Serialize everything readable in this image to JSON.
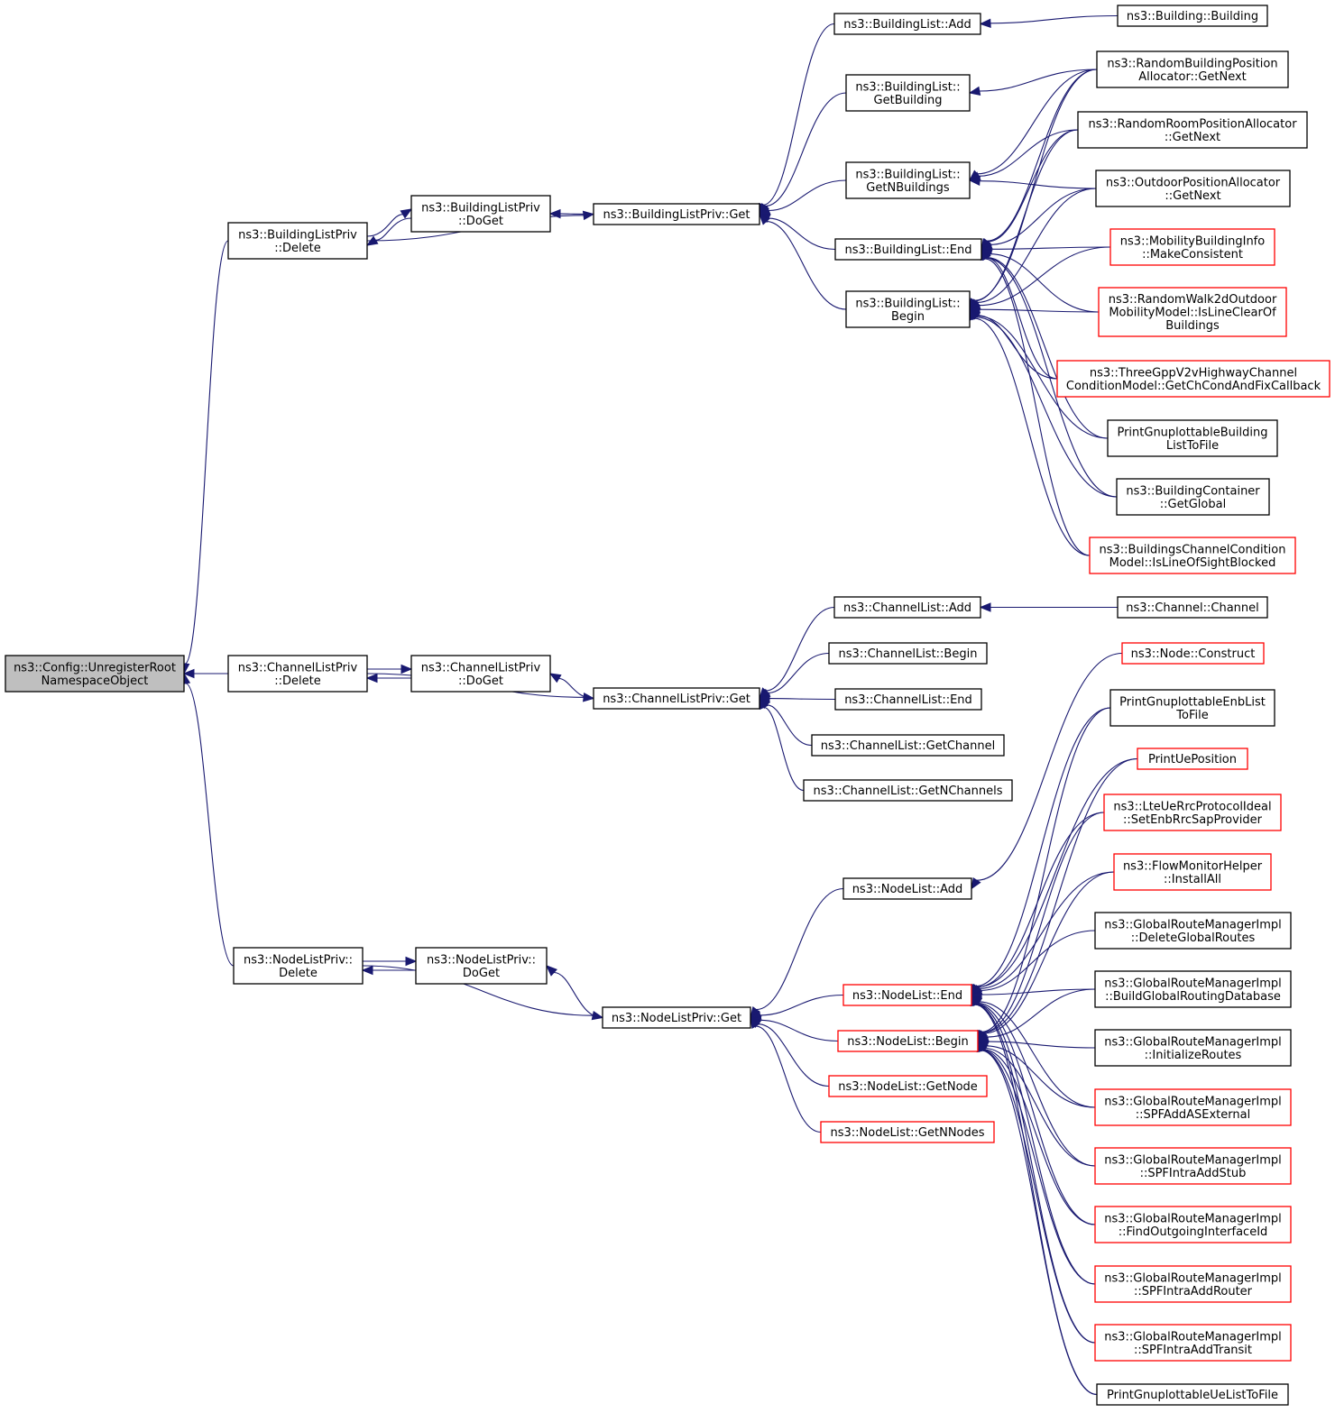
{
  "colors": {
    "edge": "#191970",
    "box": "#000000",
    "truncated": "#ff0000",
    "root_fill": "#bfbfbf"
  },
  "nodes": [
    {
      "id": "root",
      "lines": [
        "ns3::Config::UnregisterRoot",
        "NamespaceObject"
      ],
      "style": "root"
    },
    {
      "id": "blp_del",
      "lines": [
        "ns3::BuildingListPriv",
        "::Delete"
      ],
      "style": "normal"
    },
    {
      "id": "blp_doget",
      "lines": [
        "ns3::BuildingListPriv",
        "::DoGet"
      ],
      "style": "normal"
    },
    {
      "id": "blp_get",
      "lines": [
        "ns3::BuildingListPriv::Get"
      ],
      "style": "normal"
    },
    {
      "id": "bl_add",
      "lines": [
        "ns3::BuildingList::Add"
      ],
      "style": "normal"
    },
    {
      "id": "bl_getb",
      "lines": [
        "ns3::BuildingList::",
        "GetBuilding"
      ],
      "style": "normal"
    },
    {
      "id": "bl_getn",
      "lines": [
        "ns3::BuildingList::",
        "GetNBuildings"
      ],
      "style": "normal"
    },
    {
      "id": "bl_end",
      "lines": [
        "ns3::BuildingList::End"
      ],
      "style": "normal"
    },
    {
      "id": "bl_begin",
      "lines": [
        "ns3::BuildingList::",
        "Begin"
      ],
      "style": "normal"
    },
    {
      "id": "building",
      "lines": [
        "ns3::Building::Building"
      ],
      "style": "normal"
    },
    {
      "id": "rbpa",
      "lines": [
        "ns3::RandomBuildingPosition",
        "Allocator::GetNext"
      ],
      "style": "normal"
    },
    {
      "id": "rrpa",
      "lines": [
        "ns3::RandomRoomPositionAllocator",
        "::GetNext"
      ],
      "style": "normal"
    },
    {
      "id": "opa",
      "lines": [
        "ns3::OutdoorPositionAllocator",
        "::GetNext"
      ],
      "style": "normal"
    },
    {
      "id": "mbi",
      "lines": [
        "ns3::MobilityBuildingInfo",
        "::MakeConsistent"
      ],
      "style": "truncated"
    },
    {
      "id": "rw2d",
      "lines": [
        "ns3::RandomWalk2dOutdoor",
        "MobilityModel::IsLineClearOf",
        "Buildings"
      ],
      "style": "truncated"
    },
    {
      "id": "tgpp",
      "lines": [
        "ns3::ThreeGppV2vHighwayChannel",
        "ConditionModel::GetChCondAndFixCallback"
      ],
      "style": "truncated"
    },
    {
      "id": "pgbl",
      "lines": [
        "PrintGnuplottableBuilding",
        "ListToFile"
      ],
      "style": "normal"
    },
    {
      "id": "bcont",
      "lines": [
        "ns3::BuildingContainer",
        "::GetGlobal"
      ],
      "style": "normal"
    },
    {
      "id": "bccm",
      "lines": [
        "ns3::BuildingsChannelCondition",
        "Model::IsLineOfSightBlocked"
      ],
      "style": "truncated"
    },
    {
      "id": "clp_del",
      "lines": [
        "ns3::ChannelListPriv",
        "::Delete"
      ],
      "style": "normal"
    },
    {
      "id": "clp_doget",
      "lines": [
        "ns3::ChannelListPriv",
        "::DoGet"
      ],
      "style": "normal"
    },
    {
      "id": "clp_get",
      "lines": [
        "ns3::ChannelListPriv::Get"
      ],
      "style": "normal"
    },
    {
      "id": "cl_add",
      "lines": [
        "ns3::ChannelList::Add"
      ],
      "style": "normal"
    },
    {
      "id": "cl_begin",
      "lines": [
        "ns3::ChannelList::Begin"
      ],
      "style": "normal"
    },
    {
      "id": "cl_end",
      "lines": [
        "ns3::ChannelList::End"
      ],
      "style": "normal"
    },
    {
      "id": "cl_getc",
      "lines": [
        "ns3::ChannelList::GetChannel"
      ],
      "style": "normal"
    },
    {
      "id": "cl_getn",
      "lines": [
        "ns3::ChannelList::GetNChannels"
      ],
      "style": "normal"
    },
    {
      "id": "channel",
      "lines": [
        "ns3::Channel::Channel"
      ],
      "style": "normal"
    },
    {
      "id": "nlp_del",
      "lines": [
        "ns3::NodeListPriv::",
        "Delete"
      ],
      "style": "normal"
    },
    {
      "id": "nlp_doget",
      "lines": [
        "ns3::NodeListPriv::",
        "DoGet"
      ],
      "style": "normal"
    },
    {
      "id": "nlp_get",
      "lines": [
        "ns3::NodeListPriv::Get"
      ],
      "style": "normal"
    },
    {
      "id": "nl_add",
      "lines": [
        "ns3::NodeList::Add"
      ],
      "style": "normal"
    },
    {
      "id": "nl_end",
      "lines": [
        "ns3::NodeList::End"
      ],
      "style": "truncated"
    },
    {
      "id": "nl_begin",
      "lines": [
        "ns3::NodeList::Begin"
      ],
      "style": "truncated"
    },
    {
      "id": "nl_getnode",
      "lines": [
        "ns3::NodeList::GetNode"
      ],
      "style": "truncated"
    },
    {
      "id": "nl_getnn",
      "lines": [
        "ns3::NodeList::GetNNodes"
      ],
      "style": "truncated"
    },
    {
      "id": "node_construct",
      "lines": [
        "ns3::Node::Construct"
      ],
      "style": "truncated"
    },
    {
      "id": "pgenb",
      "lines": [
        "PrintGnuplottableEnbList",
        "ToFile"
      ],
      "style": "normal"
    },
    {
      "id": "pue",
      "lines": [
        "PrintUePosition"
      ],
      "style": "truncated"
    },
    {
      "id": "lte",
      "lines": [
        "ns3::LteUeRrcProtocolIdeal",
        "::SetEnbRrcSapProvider"
      ],
      "style": "truncated"
    },
    {
      "id": "fmh",
      "lines": [
        "ns3::FlowMonitorHelper",
        "::InstallAll"
      ],
      "style": "truncated"
    },
    {
      "id": "grm_del",
      "lines": [
        "ns3::GlobalRouteManagerImpl",
        "::DeleteGlobalRoutes"
      ],
      "style": "normal"
    },
    {
      "id": "grm_build",
      "lines": [
        "ns3::GlobalRouteManagerImpl",
        "::BuildGlobalRoutingDatabase"
      ],
      "style": "normal"
    },
    {
      "id": "grm_init",
      "lines": [
        "ns3::GlobalRouteManagerImpl",
        "::InitializeRoutes"
      ],
      "style": "normal"
    },
    {
      "id": "grm_spfase",
      "lines": [
        "ns3::GlobalRouteManagerImpl",
        "::SPFAddASExternal"
      ],
      "style": "truncated"
    },
    {
      "id": "grm_stub",
      "lines": [
        "ns3::GlobalRouteManagerImpl",
        "::SPFIntraAddStub"
      ],
      "style": "truncated"
    },
    {
      "id": "grm_find",
      "lines": [
        "ns3::GlobalRouteManagerImpl",
        "::FindOutgoingInterfaceId"
      ],
      "style": "truncated"
    },
    {
      "id": "grm_router",
      "lines": [
        "ns3::GlobalRouteManagerImpl",
        "::SPFIntraAddRouter"
      ],
      "style": "truncated"
    },
    {
      "id": "grm_transit",
      "lines": [
        "ns3::GlobalRouteManagerImpl",
        "::SPFIntraAddTransit"
      ],
      "style": "truncated"
    },
    {
      "id": "pgue",
      "lines": [
        "PrintGnuplottableUeListToFile"
      ],
      "style": "normal"
    }
  ],
  "edges": [
    [
      "blp_del",
      "root"
    ],
    [
      "clp_del",
      "root"
    ],
    [
      "nlp_del",
      "root"
    ],
    [
      "blp_del",
      "blp_doget"
    ],
    [
      "blp_doget",
      "blp_del"
    ],
    [
      "blp_del",
      "blp_get"
    ],
    [
      "blp_get",
      "blp_doget"
    ],
    [
      "bl_add",
      "blp_get"
    ],
    [
      "bl_getb",
      "blp_get"
    ],
    [
      "bl_getn",
      "blp_get"
    ],
    [
      "bl_end",
      "blp_get"
    ],
    [
      "bl_begin",
      "blp_get"
    ],
    [
      "building",
      "bl_add"
    ],
    [
      "rbpa",
      "bl_getb"
    ],
    [
      "rbpa",
      "bl_getn"
    ],
    [
      "rbpa",
      "bl_end"
    ],
    [
      "rbpa",
      "bl_begin"
    ],
    [
      "rrpa",
      "bl_getn"
    ],
    [
      "rrpa",
      "bl_end"
    ],
    [
      "rrpa",
      "bl_begin"
    ],
    [
      "opa",
      "bl_getn"
    ],
    [
      "opa",
      "bl_end"
    ],
    [
      "opa",
      "bl_begin"
    ],
    [
      "mbi",
      "bl_end"
    ],
    [
      "mbi",
      "bl_begin"
    ],
    [
      "rw2d",
      "bl_end"
    ],
    [
      "rw2d",
      "bl_begin"
    ],
    [
      "tgpp",
      "bl_end"
    ],
    [
      "tgpp",
      "bl_begin"
    ],
    [
      "pgbl",
      "bl_end"
    ],
    [
      "pgbl",
      "bl_begin"
    ],
    [
      "bcont",
      "bl_end"
    ],
    [
      "bcont",
      "bl_begin"
    ],
    [
      "bccm",
      "bl_end"
    ],
    [
      "bccm",
      "bl_begin"
    ],
    [
      "clp_del",
      "clp_doget"
    ],
    [
      "clp_doget",
      "clp_del"
    ],
    [
      "clp_del",
      "clp_get"
    ],
    [
      "clp_get",
      "clp_doget"
    ],
    [
      "cl_add",
      "clp_get"
    ],
    [
      "cl_begin",
      "clp_get"
    ],
    [
      "cl_end",
      "clp_get"
    ],
    [
      "cl_getc",
      "clp_get"
    ],
    [
      "cl_getn",
      "clp_get"
    ],
    [
      "channel",
      "cl_add"
    ],
    [
      "nlp_del",
      "nlp_doget"
    ],
    [
      "nlp_doget",
      "nlp_del"
    ],
    [
      "nlp_del",
      "nlp_get"
    ],
    [
      "nlp_get",
      "nlp_doget"
    ],
    [
      "nl_add",
      "nlp_get"
    ],
    [
      "nl_end",
      "nlp_get"
    ],
    [
      "nl_begin",
      "nlp_get"
    ],
    [
      "nl_getnode",
      "nlp_get"
    ],
    [
      "nl_getnn",
      "nlp_get"
    ],
    [
      "node_construct",
      "nl_add"
    ],
    [
      "pgenb",
      "nl_end"
    ],
    [
      "pgenb",
      "nl_begin"
    ],
    [
      "pue",
      "nl_end"
    ],
    [
      "pue",
      "nl_begin"
    ],
    [
      "lte",
      "nl_end"
    ],
    [
      "lte",
      "nl_begin"
    ],
    [
      "fmh",
      "nl_end"
    ],
    [
      "fmh",
      "nl_begin"
    ],
    [
      "grm_del",
      "nl_end"
    ],
    [
      "grm_build",
      "nl_end"
    ],
    [
      "grm_build",
      "nl_begin"
    ],
    [
      "grm_init",
      "nl_begin"
    ],
    [
      "grm_spfase",
      "nl_end"
    ],
    [
      "grm_spfase",
      "nl_begin"
    ],
    [
      "grm_stub",
      "nl_end"
    ],
    [
      "grm_stub",
      "nl_begin"
    ],
    [
      "grm_find",
      "nl_end"
    ],
    [
      "grm_find",
      "nl_begin"
    ],
    [
      "grm_router",
      "nl_end"
    ],
    [
      "grm_router",
      "nl_begin"
    ],
    [
      "grm_transit",
      "nl_end"
    ],
    [
      "grm_transit",
      "nl_begin"
    ],
    [
      "pgue",
      "nl_end"
    ],
    [
      "pgue",
      "nl_begin"
    ]
  ]
}
